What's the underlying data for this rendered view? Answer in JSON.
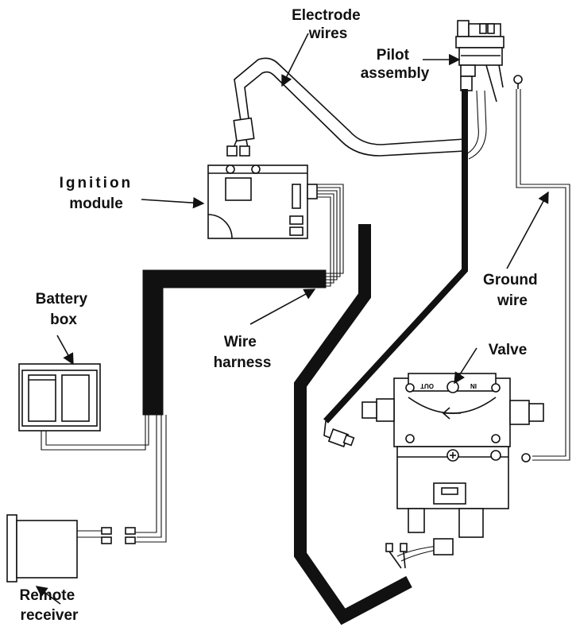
{
  "labels": {
    "electrode_wires": [
      "Electrode",
      "wires"
    ],
    "pilot_assembly": [
      "Pilot",
      "assembly"
    ],
    "ignition_module": [
      "Ignition",
      "module"
    ],
    "battery_box": [
      "Battery",
      "box"
    ],
    "wire_harness": [
      "Wire",
      "harness"
    ],
    "ground_wire": [
      "Ground",
      "wire"
    ],
    "valve": "Valve",
    "remote_receiver": [
      "Remote",
      "receiver"
    ]
  },
  "valve_markings": {
    "out": "OUT",
    "in": "IN"
  }
}
